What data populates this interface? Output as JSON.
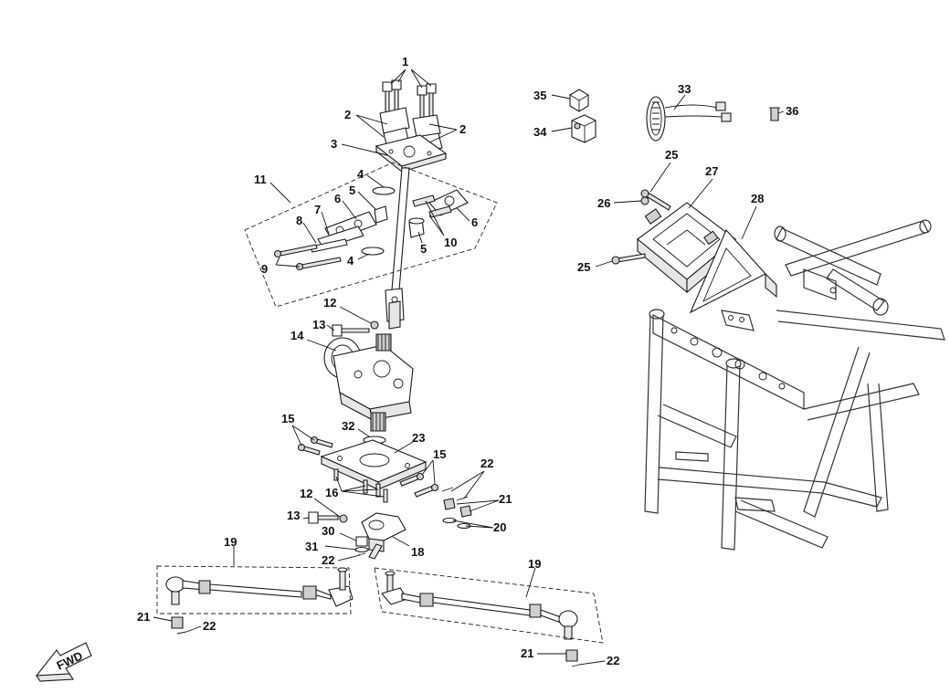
{
  "callouts": [
    {
      "id": "c1",
      "text": "1"
    },
    {
      "id": "c2a",
      "text": "2"
    },
    {
      "id": "c2b",
      "text": "2"
    },
    {
      "id": "c3",
      "text": "3"
    },
    {
      "id": "c4a",
      "text": "4"
    },
    {
      "id": "c4b",
      "text": "4"
    },
    {
      "id": "c5a",
      "text": "5"
    },
    {
      "id": "c5b",
      "text": "5"
    },
    {
      "id": "c6a",
      "text": "6"
    },
    {
      "id": "c6b",
      "text": "6"
    },
    {
      "id": "c7",
      "text": "7"
    },
    {
      "id": "c8",
      "text": "8"
    },
    {
      "id": "c9",
      "text": "9"
    },
    {
      "id": "c10",
      "text": "10"
    },
    {
      "id": "c11",
      "text": "11"
    },
    {
      "id": "c12a",
      "text": "12"
    },
    {
      "id": "c12b",
      "text": "12"
    },
    {
      "id": "c13a",
      "text": "13"
    },
    {
      "id": "c13b",
      "text": "13"
    },
    {
      "id": "c14",
      "text": "14"
    },
    {
      "id": "c15a",
      "text": "15"
    },
    {
      "id": "c15b",
      "text": "15"
    },
    {
      "id": "c16",
      "text": "16"
    },
    {
      "id": "c18",
      "text": "18"
    },
    {
      "id": "c19a",
      "text": "19"
    },
    {
      "id": "c19b",
      "text": "19"
    },
    {
      "id": "c20",
      "text": "20"
    },
    {
      "id": "c21a",
      "text": "21"
    },
    {
      "id": "c21b",
      "text": "21"
    },
    {
      "id": "c21c",
      "text": "21"
    },
    {
      "id": "c22a",
      "text": "22"
    },
    {
      "id": "c22b",
      "text": "22"
    },
    {
      "id": "c22c",
      "text": "22"
    },
    {
      "id": "c22d",
      "text": "22"
    },
    {
      "id": "c23",
      "text": "23"
    },
    {
      "id": "c25a",
      "text": "25"
    },
    {
      "id": "c25b",
      "text": "25"
    },
    {
      "id": "c26",
      "text": "26"
    },
    {
      "id": "c27",
      "text": "27"
    },
    {
      "id": "c28",
      "text": "28"
    },
    {
      "id": "c30",
      "text": "30"
    },
    {
      "id": "c31",
      "text": "31"
    },
    {
      "id": "c32",
      "text": "32"
    },
    {
      "id": "c33",
      "text": "33"
    },
    {
      "id": "c34",
      "text": "34"
    },
    {
      "id": "c35",
      "text": "35"
    },
    {
      "id": "c36",
      "text": "36"
    }
  ],
  "fwd_arrow": {
    "text": "FWD"
  }
}
